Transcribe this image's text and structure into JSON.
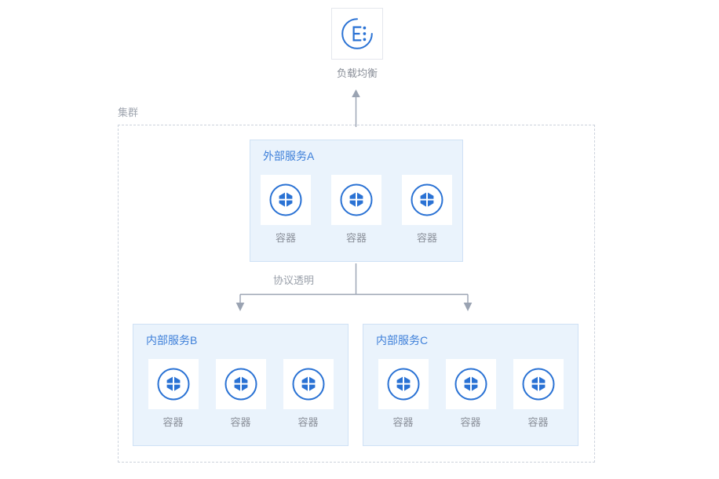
{
  "diagram": {
    "load_balancer": {
      "icon": "load-balancer-icon",
      "icon_letter": "E",
      "label": "负载均衡"
    },
    "cluster": {
      "label": "集群"
    },
    "edge": {
      "label": "协议透明"
    },
    "services": [
      {
        "id": "external-service-a",
        "title": "外部服务A",
        "containers": [
          {
            "label": "容器",
            "icon": "container-icon"
          },
          {
            "label": "容器",
            "icon": "container-icon"
          },
          {
            "label": "容器",
            "icon": "container-icon"
          }
        ]
      },
      {
        "id": "internal-service-b",
        "title": "内部服务B",
        "containers": [
          {
            "label": "容器",
            "icon": "container-icon"
          },
          {
            "label": "容器",
            "icon": "container-icon"
          },
          {
            "label": "容器",
            "icon": "container-icon"
          }
        ]
      },
      {
        "id": "internal-service-c",
        "title": "内部服务C",
        "containers": [
          {
            "label": "容器",
            "icon": "container-icon"
          },
          {
            "label": "容器",
            "icon": "container-icon"
          },
          {
            "label": "容器",
            "icon": "container-icon"
          }
        ]
      }
    ],
    "colors": {
      "accent_blue": "#3d7fd9",
      "icon_blue": "#2a72d4",
      "service_bg": "#eaf3fc",
      "service_border": "#cfe1f5",
      "cluster_border": "#ccd2dc",
      "connector": "#9aa3b2",
      "caption_gray": "#8a8f99",
      "background": "#ffffff"
    }
  }
}
